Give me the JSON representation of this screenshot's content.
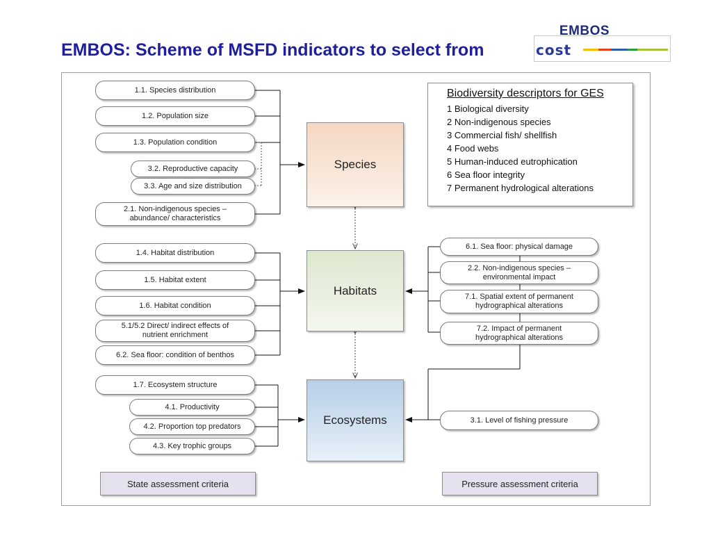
{
  "header": {
    "title": "EMBOS: Scheme of MSFD indicators to select from",
    "logo_name": "EMBOS",
    "logo_partner": "cost"
  },
  "hubs": {
    "species": "Species",
    "habitats": "Habitats",
    "ecosystems": "Ecosystems"
  },
  "species_criteria": [
    {
      "lines": [
        "1.1. Species distribution"
      ]
    },
    {
      "lines": [
        "1.2. Population size"
      ]
    },
    {
      "lines": [
        "1.3. Population condition"
      ]
    },
    {
      "lines": [
        "3.2. Reproductive capacity"
      ]
    },
    {
      "lines": [
        "3.3. Age and size distribution"
      ]
    },
    {
      "lines": [
        "2.1. Non-indigenous species –",
        "abundance/ characteristics"
      ]
    }
  ],
  "habitat_criteria": [
    {
      "lines": [
        "1.4. Habitat distribution"
      ]
    },
    {
      "lines": [
        "1.5. Habitat extent"
      ]
    },
    {
      "lines": [
        "1.6. Habitat condition"
      ]
    },
    {
      "lines": [
        "5.1/5.2 Direct/ indirect effects of",
        "nutrient enrichment"
      ]
    },
    {
      "lines": [
        "6.2. Sea floor: condition of benthos"
      ]
    }
  ],
  "ecosystem_criteria": [
    {
      "lines": [
        "1.7. Ecosystem structure"
      ]
    },
    {
      "lines": [
        "4.1. Productivity"
      ]
    },
    {
      "lines": [
        "4.2. Proportion top predators"
      ]
    },
    {
      "lines": [
        "4.3. Key trophic groups"
      ]
    }
  ],
  "pressure_criteria": [
    {
      "lines": [
        "6.1. Sea floor: physical damage"
      ]
    },
    {
      "lines": [
        "2.2. Non-indigenous species –",
        "environmental impact"
      ]
    },
    {
      "lines": [
        "7.1. Spatial extent of permanent",
        "hydrographical alterations"
      ]
    },
    {
      "lines": [
        "7.2. Impact of permanent",
        "hydrographical alterations"
      ]
    },
    {
      "lines": [
        "3.1. Level of fishing pressure"
      ]
    }
  ],
  "legend": {
    "title": "Biodiversity descriptors for GES",
    "items": [
      "1 Biological diversity",
      "2 Non-indigenous species",
      "3 Commercial fish/ shellfish",
      "4 Food webs",
      "5 Human-induced eutrophication",
      "6 Sea floor integrity",
      "7 Permanent hydrological alterations"
    ]
  },
  "footer": {
    "state": "State assessment criteria",
    "pressure": "Pressure assessment criteria"
  }
}
